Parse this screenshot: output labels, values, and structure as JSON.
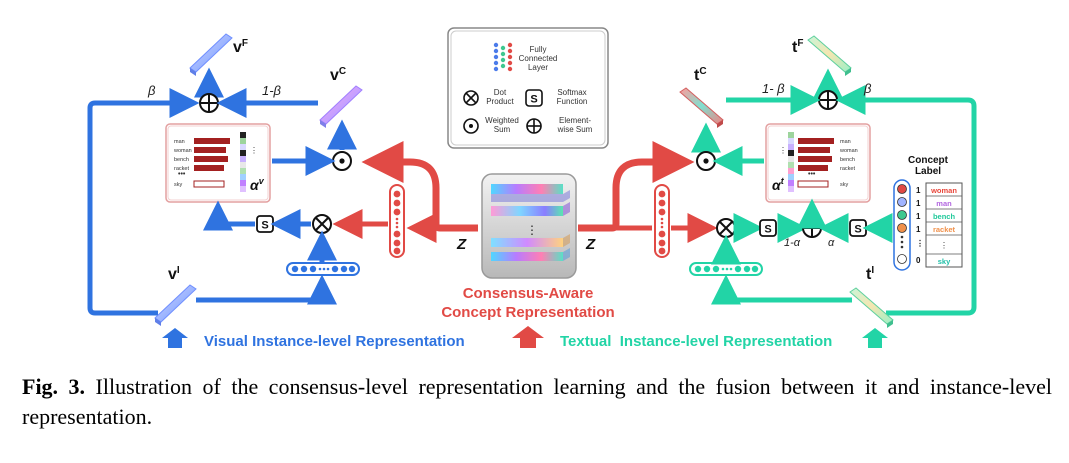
{
  "figure": {
    "caption_label": "Fig. 3.",
    "caption_text": "Illustration of the consensus-level representation learning and the fusion between it and instance-level representation."
  },
  "legend": {
    "fc_label": "Fully Connected Layer",
    "dot_product": "Dot Product",
    "softmax": "Softmax Function",
    "weighted_sum": "Weighted Sum",
    "element_sum": "Element-wise Sum",
    "softmax_symbol": "S"
  },
  "visual": {
    "vF": "v",
    "vF_sup": "F",
    "vC": "v",
    "vC_sup": "C",
    "vI": "v",
    "vI_sup": "I",
    "alpha": "α",
    "alpha_sup": "v",
    "beta": "β",
    "one_minus_beta": "1-β",
    "bar_labels": [
      "man",
      "woman",
      "bench",
      "racket",
      "sky"
    ],
    "title": "Visual Instance-level Representation"
  },
  "textual": {
    "tF": "t",
    "tF_sup": "F",
    "tC": "t",
    "tC_sup": "C",
    "tI": "t",
    "tI_sup": "I",
    "alpha": "α",
    "alpha_sup": "t",
    "beta": "β",
    "one_minus_beta": "1- β",
    "one_minus_alpha": "1-α",
    "alpha_plain": "α",
    "bar_labels": [
      "man",
      "woman",
      "bench",
      "racket",
      "sky"
    ],
    "title": "Textual  Instance-level Representation",
    "concept_label_title": "Concept Label",
    "concepts": [
      {
        "value": "1",
        "name": "woman",
        "color": "#e8473b"
      },
      {
        "value": "1",
        "name": "man",
        "color": "#b266e0"
      },
      {
        "value": "1",
        "name": "bench",
        "color": "#1fc99a"
      },
      {
        "value": "1",
        "name": "racket",
        "color": "#f0904a"
      },
      {
        "value": "⋮",
        "name": "⋮",
        "color": "#333333"
      },
      {
        "value": "0",
        "name": "sky",
        "color": "#1fbfa8"
      }
    ]
  },
  "center": {
    "z_left": "Z",
    "z_right": "Z",
    "title_line1": "Consensus-Aware",
    "title_line2": "Concept Representation",
    "dots": "⋮"
  },
  "colors": {
    "blue": "#2f73e0",
    "red": "#e14a45",
    "teal": "#22d4a6"
  }
}
